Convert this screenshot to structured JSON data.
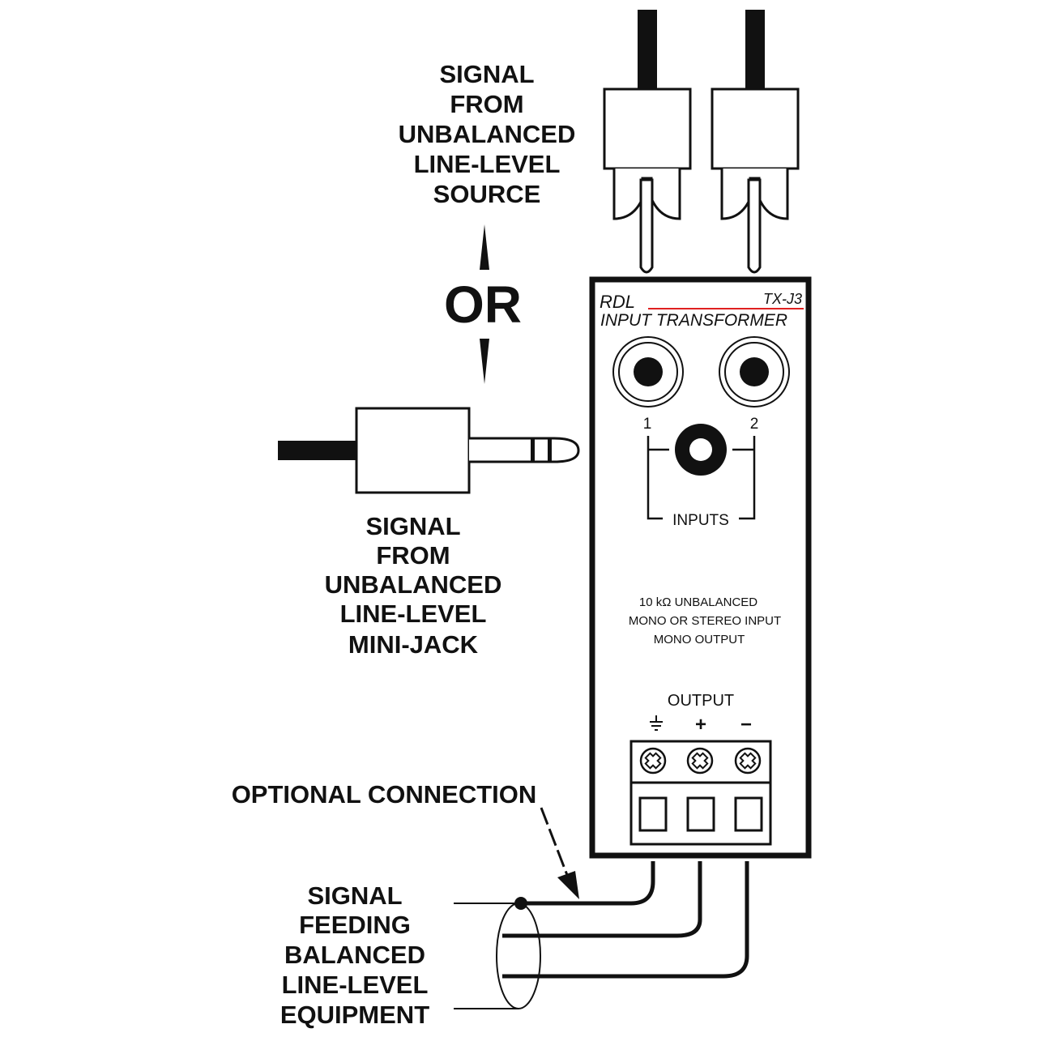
{
  "labels": {
    "top_source": [
      "SIGNAL",
      "FROM",
      "UNBALANCED",
      "LINE-LEVEL",
      "SOURCE"
    ],
    "or": "OR",
    "minijack_source": [
      "SIGNAL",
      "FROM",
      "UNBALANCED",
      "LINE-LEVEL",
      "MINI-JACK"
    ],
    "optional_connection": "OPTIONAL CONNECTION",
    "balanced_destination": [
      "SIGNAL",
      "FEEDING",
      "BALANCED",
      "LINE-LEVEL",
      "EQUIPMENT"
    ]
  },
  "device": {
    "brand": "RDL",
    "model": "TX-J3",
    "name": "INPUT TRANSFORMER",
    "input_1": "1",
    "input_2": "2",
    "inputs_label": "INPUTS",
    "spec_lines": [
      "10 kΩ   UNBALANCED",
      "MONO OR STEREO INPUT",
      "MONO OUTPUT"
    ],
    "output_label": "OUTPUT",
    "terminal_symbols": [
      "⏚",
      "+",
      "−"
    ],
    "colors": {
      "brand_red": "#e02020",
      "ink": "#111111"
    }
  }
}
